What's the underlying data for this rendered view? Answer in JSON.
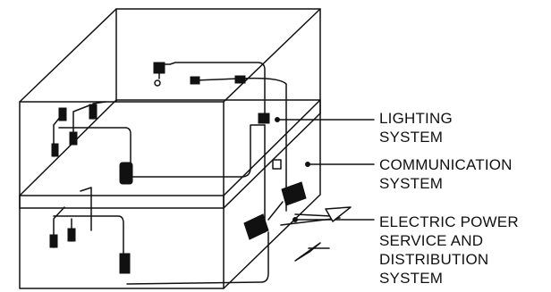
{
  "labels": {
    "lighting": [
      "LIGHTING",
      "SYSTEM"
    ],
    "communication": [
      "COMMUNICATION",
      "SYSTEM"
    ],
    "power": [
      "ELECTRIC POWER",
      "SERVICE AND",
      "DISTRIBUTION",
      "SYSTEM"
    ]
  },
  "colors": {
    "ink": "#111111",
    "background": "#ffffff"
  }
}
